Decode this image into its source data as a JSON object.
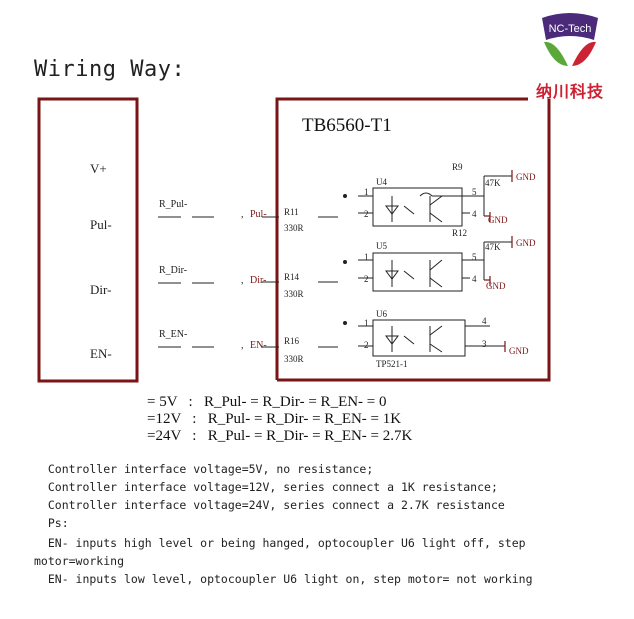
{
  "title": "Wiring Way:",
  "logo": {
    "brand": "NC-Tech",
    "name": "纳川科技",
    "colors": {
      "purple": "#4b2a7a",
      "green": "#5aa83a",
      "red": "#cc2233"
    }
  },
  "controller": {
    "v_plus": "V+",
    "pul": "Pul-",
    "dir": "Dir-",
    "en": "EN-"
  },
  "resistors_ext": {
    "pul": "R_Pul-",
    "dir": "R_Dir-",
    "en": "R_EN-"
  },
  "driver": {
    "title": "TB6560-T1",
    "inputs": {
      "pul": "Pul-",
      "dir": "Dir-",
      "en": "EN-"
    },
    "comma": ",",
    "res": [
      {
        "name": "R11",
        "value": "330R"
      },
      {
        "name": "R14",
        "value": "330R"
      },
      {
        "name": "R16",
        "value": "330R"
      }
    ],
    "opto": [
      "U4",
      "U5",
      "U6"
    ],
    "opto_part": "TP521-1",
    "pullups": [
      {
        "name": "R9",
        "value": "47K"
      },
      {
        "name": "R12",
        "value": "47K"
      }
    ],
    "gnd": "GND",
    "pins": {
      "p1": "1",
      "p2": "2",
      "p3": "3",
      "p4": "4",
      "p5": "5"
    }
  },
  "equations": [
    "= 5V   :   R_Pul- = R_Dir- = R_EN- = 0",
    "=12V   :   R_Pul- = R_Dir- = R_EN- = 1K",
    "=24V   :   R_Pul- = R_Dir- = R_EN- = 2.7K"
  ],
  "notes": [
    "  Controller interface voltage=5V, no resistance;",
    "  Controller interface voltage=12V, series connect a 1K resistance;",
    "  Controller interface voltage=24V, series connect a 2.7K resistance",
    "  Ps:",
    "  EN- inputs high level or being hanged, optocoupler U6 light off, step",
    "motor=working",
    "  EN- inputs low level, optocoupler U6 light on, step motor= not working"
  ]
}
